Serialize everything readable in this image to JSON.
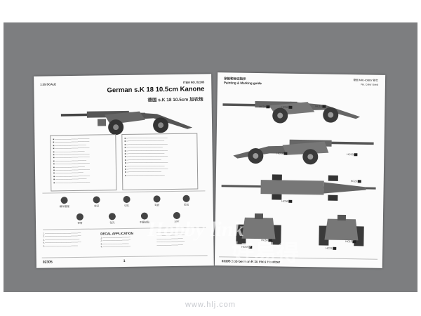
{
  "left_sheet": {
    "scale": "1:35 SCALE",
    "item_no": "ITEM NO.:02305",
    "title": "German s.K 18 10.5cm Kanone",
    "subtitle_cn": "德国 s.K 18 10.5cm 加农炮",
    "page_number": "02305",
    "page_index": "1",
    "icon_captions": [
      "模件整理",
      "标记",
      "切孔",
      "弯折",
      "剪切",
      "修剪",
      "钻孔",
      "不要粘贴",
      "对称"
    ],
    "decal_heading": "DECAL APPLICATION"
  },
  "right_sheet": {
    "heading_cn": "涂装和标记指示",
    "heading_en": "Painting & Marking guide",
    "brand_line": "德国  MR.HOBBY 郡仕",
    "color_note": "No. Color Used",
    "footer": "02305 1/35 German K 18 Field Howitzer",
    "badges": [
      "HC23",
      "HC64",
      "HC15",
      "HC12",
      "HC33",
      "HC56",
      "HC23",
      "HC64",
      "HC53",
      "HC22",
      "HC15"
    ]
  },
  "watermark": {
    "en": "Hobby link",
    "cn": "好易得",
    "url": "www.hlj.com"
  },
  "colors": {
    "backdrop": "#7d7e80",
    "paper": "#fbfbfb",
    "ink": "#222222"
  }
}
